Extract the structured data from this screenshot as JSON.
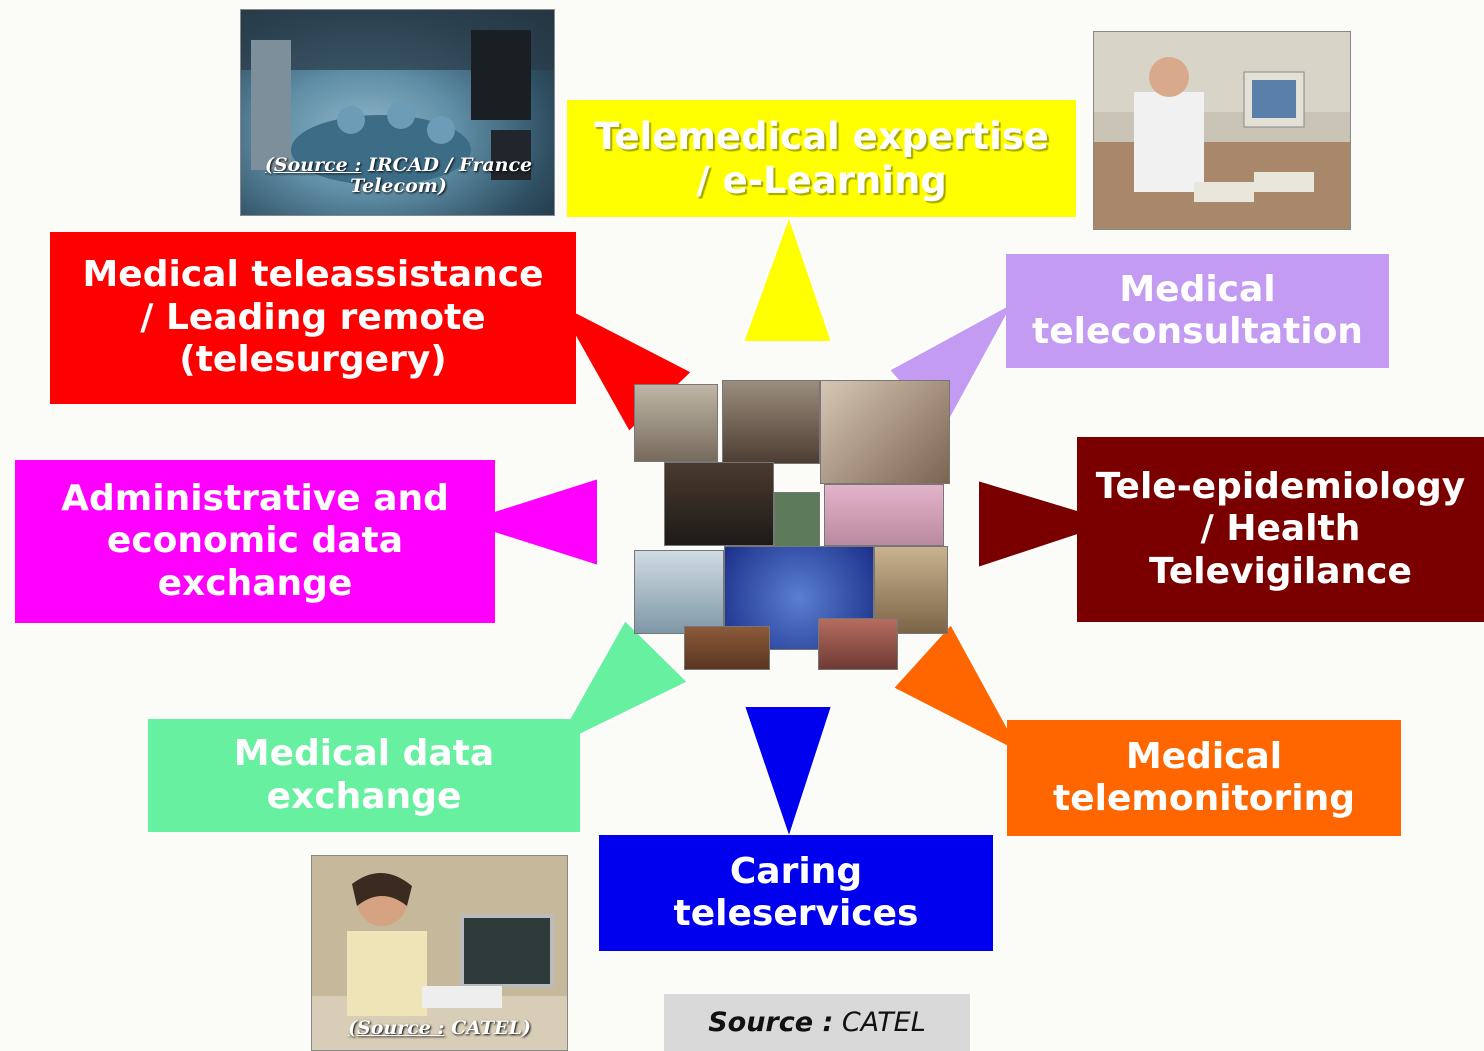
{
  "boxes": {
    "telemedical_expertise": {
      "lines": [
        "Telemedical expertise",
        "/ e-Learning"
      ],
      "color": "#ffff00"
    },
    "medical_teleassistance": {
      "lines": [
        "Medical teleassistance",
        "/ Leading remote",
        "(telesurgery)"
      ],
      "color": "#ff0000"
    },
    "medical_teleconsultation": {
      "lines": [
        "Medical",
        "teleconsultation"
      ],
      "color": "#c39bf2"
    },
    "tele_epidemiology": {
      "lines": [
        "Tele-epidemiology",
        "/ Health",
        "Televigilance"
      ],
      "color": "#7a0000"
    },
    "administrative_data": {
      "lines": [
        "Administrative and",
        "economic data",
        "exchange"
      ],
      "color": "#ff00ff"
    },
    "medical_data_exchange": {
      "lines": [
        "Medical data",
        "exchange"
      ],
      "color": "#66f0a0"
    },
    "medical_telemonitoring": {
      "lines": [
        "Medical",
        "telemonitoring"
      ],
      "color": "#ff6600"
    },
    "caring_teleservices": {
      "lines": [
        "Caring",
        "teleservices"
      ],
      "color": "#0000ee"
    }
  },
  "photos": {
    "top_left_caption_source": "(Source :",
    "top_left_caption_rest": " IRCAD / France",
    "top_left_caption_line2": "Telecom)",
    "bottom_caption_source": "(Source :",
    "bottom_caption_rest": " CATEL)"
  },
  "footer": {
    "source_label": "Source :",
    "source_value": " CATEL"
  }
}
